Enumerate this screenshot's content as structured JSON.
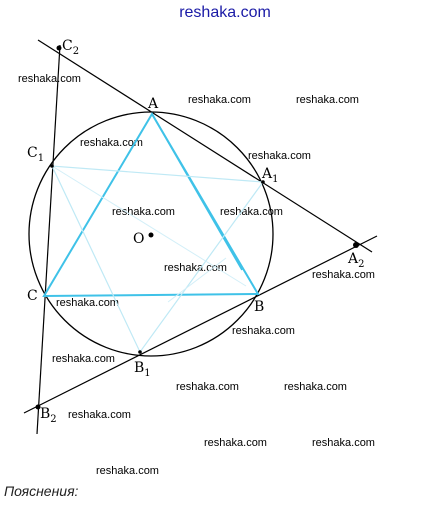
{
  "header": {
    "site": "reshaka.com"
  },
  "watermark": "reshaka.com",
  "points": {
    "A": {
      "base": "A",
      "sub": ""
    },
    "B": {
      "base": "B",
      "sub": ""
    },
    "C": {
      "base": "C",
      "sub": ""
    },
    "O": {
      "base": "O",
      "sub": ""
    },
    "A1": {
      "base": "A",
      "sub": "1"
    },
    "A2": {
      "base": "A",
      "sub": "2"
    },
    "B1": {
      "base": "B",
      "sub": "1"
    },
    "B2": {
      "base": "B",
      "sub": "2"
    },
    "C1": {
      "base": "C",
      "sub": "1"
    },
    "C2": {
      "base": "C",
      "sub": "2"
    }
  },
  "caption": "Пояснения:",
  "colors": {
    "triangle": "#3fc2e8",
    "lines": "#000000",
    "header": "#1a1aa6"
  }
}
